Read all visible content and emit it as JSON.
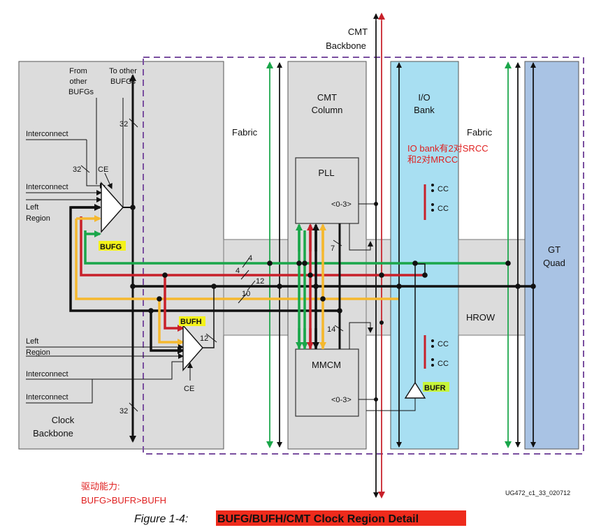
{
  "labels": {
    "cmt_backbone": [
      "CMT",
      "Backbone"
    ],
    "from_other_bufgs": [
      "From",
      "other",
      "BUFGs"
    ],
    "to_other_bufgs": [
      "To other",
      "BUFGs"
    ],
    "interconnect": "Interconnect",
    "left_region": [
      "Left",
      "Region"
    ],
    "ce": "CE",
    "bufg": "BUFG",
    "bufh": "BUFH",
    "bufr": "BUFR",
    "fabric": "Fabric",
    "cmt_column": [
      "CMT",
      "Column"
    ],
    "pll": "PLL",
    "mmcm": "MMCM",
    "pll_port": "<0-3>",
    "mmcm_port": "<0-3>",
    "io_bank": [
      "I/O",
      "Bank"
    ],
    "cc": "CC",
    "gt_quad": [
      "GT",
      "Quad"
    ],
    "hrow": "HROW",
    "clock_backbone": [
      "Clock",
      "Backbone"
    ],
    "bus_widths": {
      "bufg_in": "32",
      "bufg_out": "32",
      "ce_bus": "32",
      "backbone_bottom": "32",
      "green": "4",
      "red": "4",
      "black": "12",
      "yellow": "10",
      "pll_bus": "7",
      "mmcm_bus": "14",
      "bufh_in": "12"
    },
    "doc_id": "UG472_c1_33_020712"
  },
  "annotations": {
    "io_note": [
      "IO bank有2对SRCC",
      "和2对MRCC"
    ],
    "drive_note": [
      "驱动能力:",
      "BUFG>BUFR>BUFH"
    ]
  },
  "caption": {
    "number": "Figure 1-4:",
    "title": "BUFG/BUFH/CMT Clock Region Detail"
  },
  "colors": {
    "green": "#1aa64a",
    "red": "#c8202a",
    "yellow": "#f5b82e",
    "black": "#111111",
    "panel_gray": "#dcdcdc",
    "io_blue": "#a8dff2",
    "gt_blue": "#a9c3e4",
    "highlight_yellow": "#f4f21a",
    "highlight_green": "#c7f53a",
    "caption_red": "#ee2b1c",
    "dashed_purple": "#7a4fa0"
  }
}
